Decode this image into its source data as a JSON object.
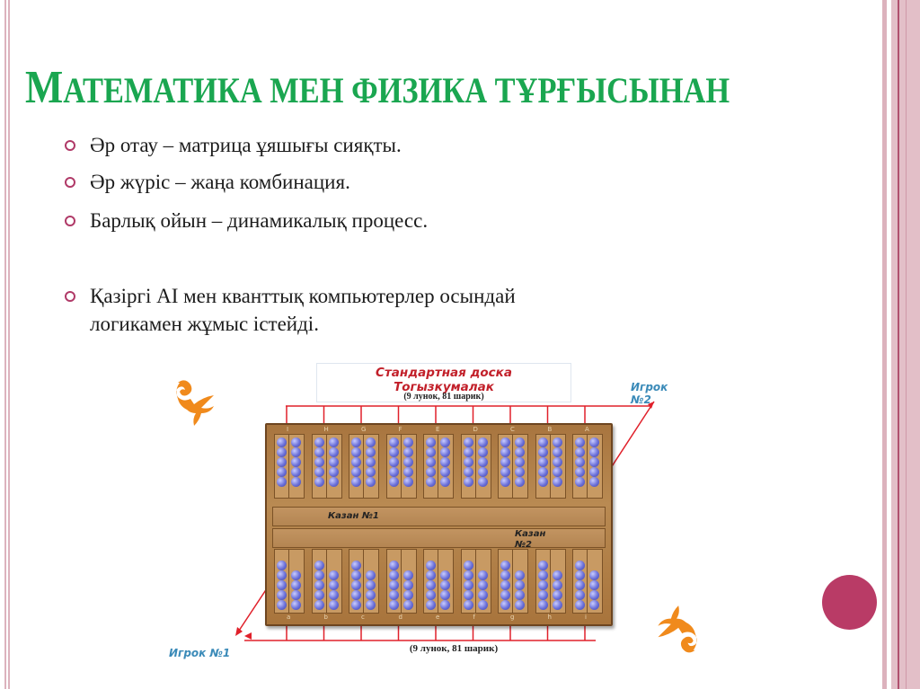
{
  "slide": {
    "title": "Математика мен физика тұрғысынан",
    "title_first_letter": "М",
    "title_rest": "атематика мен физика тұрғысынан",
    "bullets": [
      {
        "text": "Әр отау – матрица ұяшығы сияқты."
      },
      {
        "text": "Әр жүріс – жаңа комбинация."
      },
      {
        "text": "Барлық ойын – динамикалық процесс."
      },
      {
        "text_line1": "Қазіргі AI мен кванттық компьютерлер осындай",
        "text_line2": "логикамен жұмыс істейді."
      }
    ],
    "colors": {
      "title": "#1aa650",
      "bullet_marker": "#b03a68",
      "accent_circle": "#b93b66",
      "stripes": "#dcb2bd",
      "ornament": "#f08a1c",
      "board_caption": "#c2202a",
      "player_label": "#3a8ab8"
    }
  },
  "figure": {
    "caption_title_line1": "Стандартная доска",
    "caption_title_line2": "Тогызкумалак",
    "caption_top_sub": "(9 лунок, 81 шарик)",
    "caption_bottom": "(9 лунок, 81 шарик)",
    "player2_line1": "Игрок",
    "player2_line2": "№2",
    "player1": "Игрок №1",
    "kazan1": "Казан №1",
    "kazan2_line1": "Казан",
    "kazan2_line2": "№2",
    "top_columns": [
      "I",
      "H",
      "G",
      "F",
      "E",
      "D",
      "C",
      "B",
      "A"
    ],
    "bottom_columns": [
      "a",
      "b",
      "c",
      "d",
      "e",
      "f",
      "g",
      "h",
      "i"
    ],
    "balls_per_pit": 9,
    "pits_per_side": 9
  }
}
